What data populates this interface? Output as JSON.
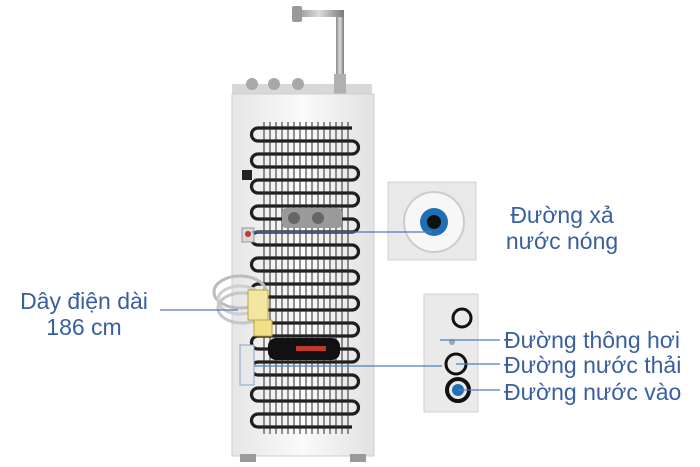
{
  "callouts": {
    "power_cord": {
      "line1": "Dây điện dài",
      "line2": "186 cm"
    },
    "hot_drain": {
      "line1": "Đường xả",
      "line2": "nước nóng"
    },
    "vent": {
      "label": "Đường thông hơi"
    },
    "waste_water": {
      "label": "Đường nước thải"
    },
    "water_inlet": {
      "label": "Đường nước vào"
    }
  },
  "colors": {
    "callout_text": "#3a5fa0",
    "leader_line": "#4a7fc0",
    "machine_body": "#f4f4f4",
    "condenser_coil": "#1e1e1e"
  }
}
